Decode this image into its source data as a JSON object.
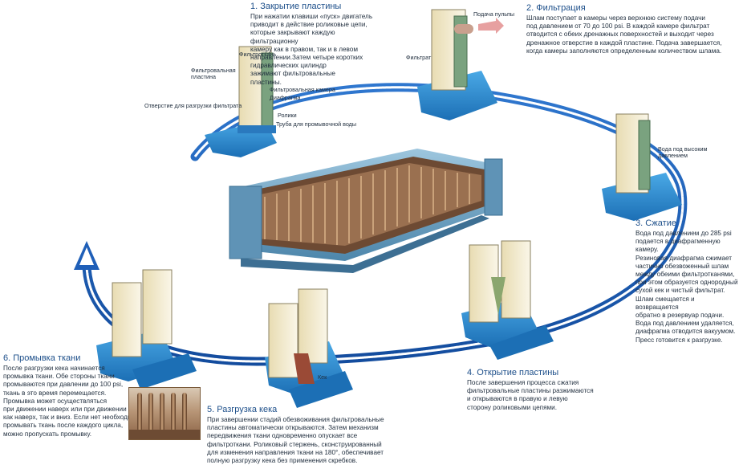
{
  "steps": [
    {
      "title": "1. Закрытие пластины",
      "text": "При нажатии клавиши «пуск» двигатель\nприводит в действие роликовые цепи,\nкоторые закрывают каждую фильтрационну\nкамеру как в правом, так и в левом\nнаправлении.Затем четыре коротких\nгидравлических цилиндр\nзажимают фильтровальные\nпластины."
    },
    {
      "title": "2. Фильтрация",
      "text": "Шлам поступает в камеры через верхнюю систему подачи\nпод давлением от 70 до 100 psi. В каждой камере фильтрат\nотводится с обеих дренажных поверхностей и выходит через\nдренажное отверстие в каждой пластине. Подача завершается,\nкогда камеры заполняются определенным количеством шлама."
    },
    {
      "title": "3. Сжатие",
      "text": "Вода под давлением до 285 psi\nподается в диафрагменную камеру.\nРезиновая диафрагма сжимает\nчастично обезвоженный шлам\nмежду обеими фильтротканями,\nпри этом образуется однородный\nсухой кек и чистый фильтрат.\nШлам смещается и возвращается\nобратно в резервуар подачи.\nВода под давлением удаляется,\nдиафрагма отводится вакуумом.\nПресс готовится к разгрузке."
    },
    {
      "title": "4. Открытие пластины",
      "text": "После завершения процесса сжатия\nфильтровальные пластины разжимаются\nи открываются в правую и левую\nсторону роликовыми цепями."
    },
    {
      "title": "5. Разгрузка кека",
      "text": "При завершении стадий обезвоживания фильтровальные\nпластины автоматически открываются. Затем механизм\nпередвижения ткани одновременно опускает все\nфильтроткани. Роликовый стержень, сконструированный\nдля изменения направления ткани на 180°, обеспечивает\nполную разгрузку кека без применения скребков."
    },
    {
      "title": "6. Промывка ткани",
      "text": "После разгрузки кека начинается\nпромывка ткани. Обе стороны ткани\nпромываются при давлении до 100 psi,\nткань в это время перемещается.\nПромывка может осуществляться\nпри движении наверх или при движении\nкак наверх, так и вниз. Если нет необходимости\nпромывать ткань после каждого цикла,\nможно пропускать промывку."
    }
  ],
  "labels": {
    "cloth": "Фильтроткань",
    "plate": "Фильтровальная\nпластина",
    "chamber": "Фильтровальная камера",
    "diaphragm": "Диафрагма",
    "outlet": "Отверстие для разгрузки фильтрата",
    "rollers": "Ролики",
    "wash_pipe": "Труба для промывочной воды",
    "pulp_feed": "Подача пульпы",
    "filtrate": "Фильтрат",
    "hp_water": "Вода под высоким\nдавлением",
    "cake": "Кек"
  },
  "colors": {
    "cycle_arrow": "#1f5fb8",
    "step_title": "#1d4f8a",
    "base": "#2e8fd0",
    "plate": "#f2ead0",
    "press_body": "#6fa7c9"
  },
  "icons": {
    "cycle": "circular-cycle-arrow",
    "feed": "feed-arrow-icon"
  }
}
